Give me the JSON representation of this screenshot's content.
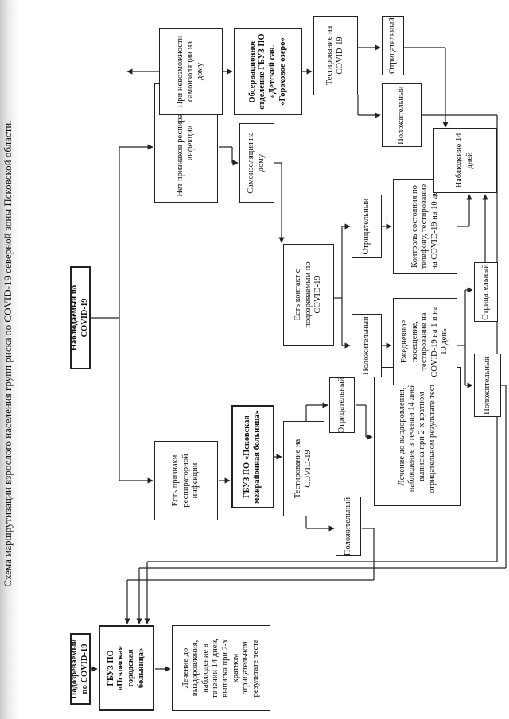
{
  "title": "Схема маршрутизации взрослого населения групп риска по COVID-19 северной зоны Псковской области.",
  "nodes": {
    "suspected": "Подозреваемый по COVID-19",
    "observed": "Наблюдаемый по COVID-19",
    "city_hospital": "ГБУЗ ПО «Псковская городская больница»",
    "treatment_city": "Лечение до выздоровления, наблюдение в течении 14 дней, выписка при 2-х кратном отрицательном результате теста",
    "resp_signs": "Есть признаки респираторной инфекции",
    "no_resp_signs": "Нет признаков респираторной инфекции",
    "interdistrict_hospital": "ГБУЗ ПО «Псковская межрайонная больница»",
    "test_a": "Тестирование на COVID-19",
    "positive_a": "Положительный",
    "negative_a": "Отрицательный",
    "treatment_a": "Лечение до выздоровления, наблюдение в течении 14 дней, выписка при 2-х кратном отрицательном результате теста",
    "self_isolation": "Самоизоляция на дому",
    "impossible_isolation": "При невозможности самоизоляции на дому",
    "observation_dept": "Обсервационное отделение ГБУЗ ПО «Детский сан. «Гороховое озеро»",
    "test_b": "Тестирование на COVID-19",
    "negative_b": "Отрицательный",
    "positive_b": "Положительный",
    "contact": "Есть контакт с подозреваемым по COVID-19",
    "positive_c": "Положительный",
    "negative_c": "Отрицательный",
    "daily_visit": "Ежедневное посещение, тестирование на COVID-19 на 1 и на 10 день",
    "phone_control": "Контроль состояния по телефону, тестирование на COVID-19 на 10 день",
    "positive_d": "Положительный",
    "negative_d": "Отрицательный",
    "observation_14": "Наблюдение 14 дней"
  }
}
